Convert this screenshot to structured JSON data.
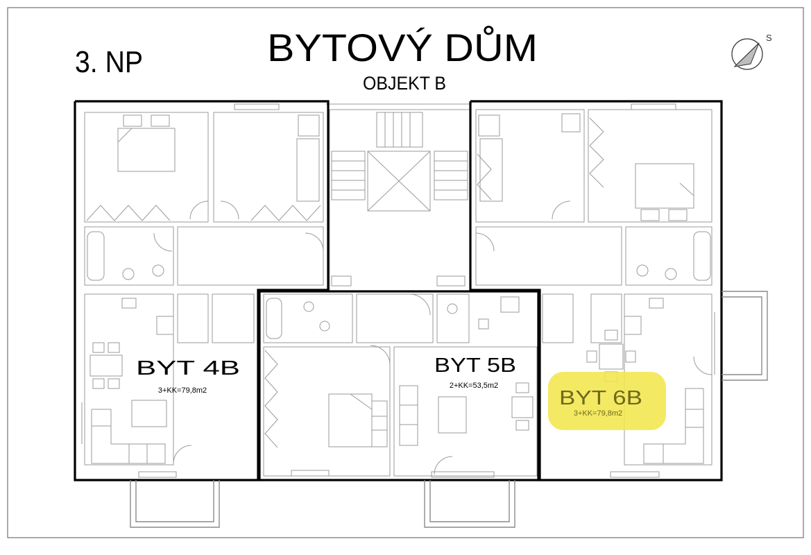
{
  "header": {
    "floor_label": "3. NP",
    "title": "BYTOVÝ DŮM",
    "subtitle": "OBJEKT B"
  },
  "compass": {
    "letter": "S",
    "icon": "north-arrow-icon"
  },
  "apartments": [
    {
      "id": "4B",
      "name": "BYT 4B",
      "area": "3+KK=79,8m2",
      "highlighted": false
    },
    {
      "id": "5B",
      "name": "BYT 5B",
      "area": "2+KK=53,5m2",
      "highlighted": false
    },
    {
      "id": "6B",
      "name": "BYT 6B",
      "area": "3+KK=79,8m2",
      "highlighted": true
    }
  ],
  "colors": {
    "highlight": "#f2e64c",
    "highlight_text": "#6e6a1e",
    "outline": "#000000",
    "interior": "#9a9a9a"
  }
}
